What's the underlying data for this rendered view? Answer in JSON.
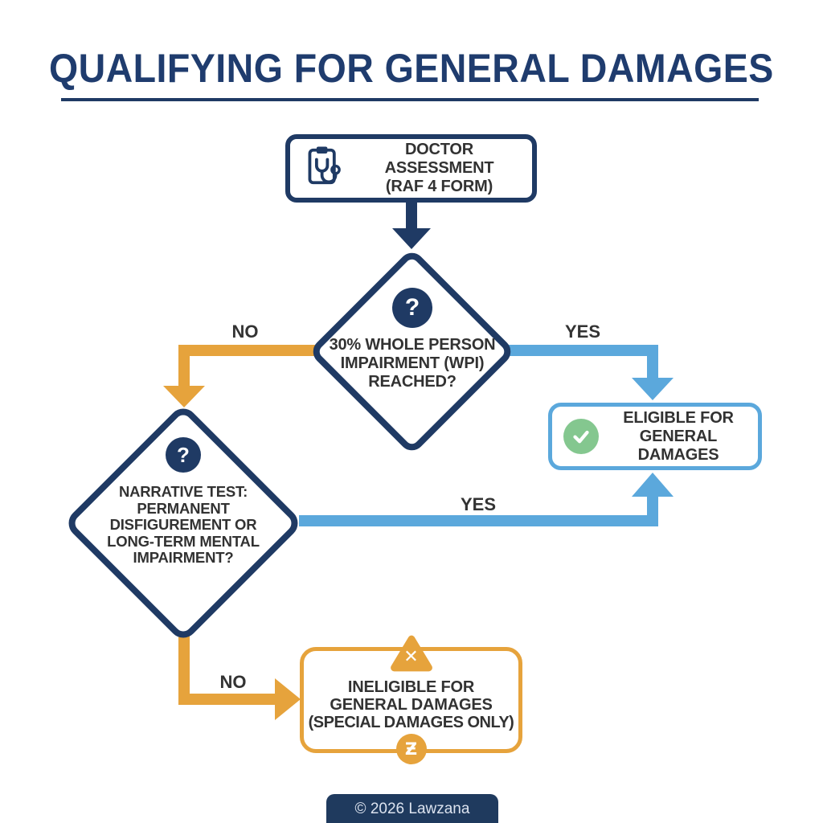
{
  "title": "QUALIFYING FOR GENERAL DAMAGES",
  "labels": {
    "no1": "NO",
    "yes1": "YES",
    "yes2": "YES",
    "no2": "NO"
  },
  "nodes": {
    "doctor": {
      "line1": "DOCTOR ASSESSMENT",
      "line2": "(RAF 4 FORM)"
    },
    "wpi": {
      "badge": "?",
      "line1": "30% WHOLE PERSON",
      "line2": "IMPAIRMENT (WPI)",
      "line3": "REACHED?"
    },
    "eligible": {
      "line1": "ELIGIBLE FOR",
      "line2": "GENERAL DAMAGES"
    },
    "narrative": {
      "badge": "?",
      "line1": "NARRATIVE TEST:",
      "line2": "PERMANENT",
      "line3": "DISFIGUREMENT OR",
      "line4": "LONG-TERM MENTAL",
      "line5": "IMPAIRMENT?"
    },
    "ineligible": {
      "warning_glyph": "✕",
      "currency_glyph": "Ƶ",
      "line1": "INELIGIBLE FOR",
      "line2": "GENERAL DAMAGES",
      "line3": "(SPECIAL DAMAGES ONLY)"
    }
  },
  "icons": {
    "doctor": "clipboard-stethoscope-icon",
    "wpi_badge": "question-mark-icon",
    "narrative_badge": "question-mark-icon",
    "eligible": "check-circle-icon",
    "warning": "warning-triangle-icon",
    "currency": "currency-z-icon"
  },
  "colors": {
    "navy": "#1F3A64",
    "blue": "#5BA8DC",
    "orange": "#E6A33C",
    "green": "#84C78F",
    "text_dark": "#323232"
  },
  "footer": {
    "text": "© 2026 Lawzana"
  }
}
